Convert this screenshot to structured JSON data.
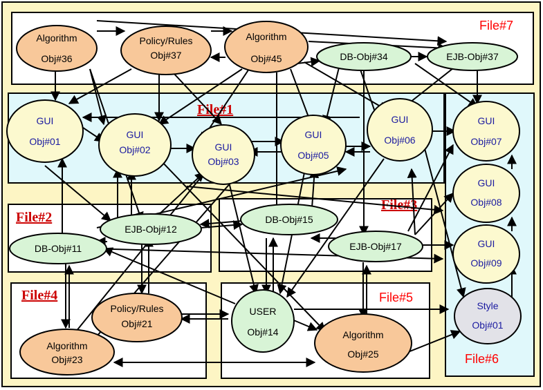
{
  "diagram": {
    "files": {
      "file7": "File#7",
      "file1": "File#1",
      "file2": "File#2",
      "file3": "File#3",
      "file4": "File#4",
      "file5": "File#5",
      "file6": "File#6"
    },
    "nodes": {
      "alg36": {
        "type": "Algorithm",
        "id": "Obj#36"
      },
      "pol37": {
        "type": "Policy/Rules",
        "id": "Obj#37"
      },
      "alg45": {
        "type": "Algorithm",
        "id": "Obj#45"
      },
      "db34": {
        "label": "DB-Obj#34"
      },
      "ejb37": {
        "label": "EJB-Obj#37"
      },
      "gui01": {
        "type": "GUI",
        "id": "Obj#01"
      },
      "gui02": {
        "type": "GUI",
        "id": "Obj#02"
      },
      "gui03": {
        "type": "GUI",
        "id": "Obj#03"
      },
      "gui05": {
        "type": "GUI",
        "id": "Obj#05"
      },
      "gui06": {
        "type": "GUI",
        "id": "Obj#06"
      },
      "gui07": {
        "type": "GUI",
        "id": "Obj#07"
      },
      "gui08": {
        "type": "GUI",
        "id": "Obj#08"
      },
      "gui09": {
        "type": "GUI",
        "id": "Obj#09"
      },
      "ejb12": {
        "label": "EJB-Obj#12"
      },
      "db11": {
        "label": "DB-Obj#11"
      },
      "db15": {
        "label": "DB-Obj#15"
      },
      "ejb17": {
        "label": "EJB-Obj#17"
      },
      "pol21": {
        "type": "Policy/Rules",
        "id": "Obj#21"
      },
      "alg23": {
        "type": "Algorithm",
        "id": "Obj#23"
      },
      "user14": {
        "type": "USER",
        "id": "Obj#14"
      },
      "alg25": {
        "type": "Algorithm",
        "id": "Obj#25"
      },
      "style01": {
        "type": "Style",
        "id": "Obj#01"
      }
    },
    "colors": {
      "background": "#fdf5c4",
      "file_box": "#ffffff",
      "file_box_cyan": "#e0f8fb",
      "orange_node": "#f8c89a",
      "green_node": "#d8f4d6",
      "yellow_node": "#fcf9cf",
      "grey_node": "#e2e2e8",
      "title_red": "#ff0000"
    }
  }
}
